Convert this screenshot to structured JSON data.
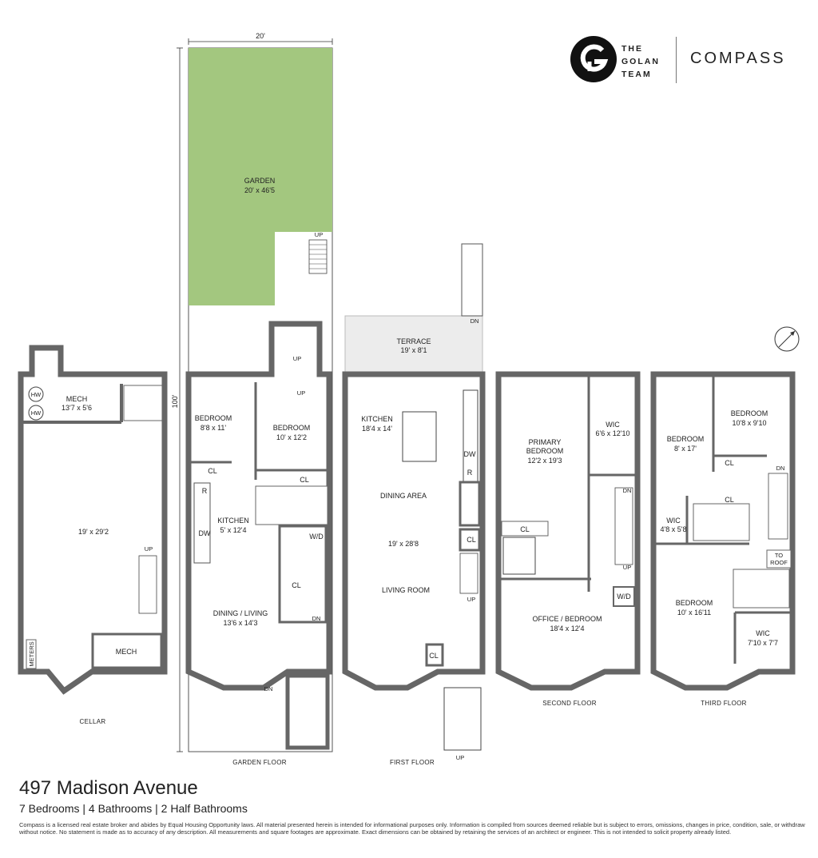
{
  "brand": {
    "logo_letter": "G",
    "team_line1": "THE",
    "team_line2": "GOLAN",
    "team_line3": "TEAM",
    "company": "COMPASS"
  },
  "dimensions": {
    "width_top": "20'",
    "depth_side": "100'"
  },
  "garden": {
    "name": "GARDEN",
    "size": "20' x 46'5",
    "color": "#a3c77f",
    "stair": "UP"
  },
  "cellar": {
    "floor_label": "CELLAR",
    "mech_name": "MECH",
    "mech_size": "13'7 x 5'6",
    "hw1": "HW",
    "hw2": "HW",
    "main_size": "19' x 29'2",
    "up": "UP",
    "mech2": "MECH",
    "meters": "METERS"
  },
  "garden_floor": {
    "floor_label": "GARDEN FLOOR",
    "bed1_name": "BEDROOM",
    "bed1_size": "8'8 x 11'",
    "bed2_name": "BEDROOM",
    "bed2_size": "10' x 12'2",
    "cl1": "CL",
    "cl2": "CL",
    "cl3": "CL",
    "r": "R",
    "dw": "DW",
    "wd": "W/D",
    "kitchen_name": "KITCHEN",
    "kitchen_size": "5' x 12'4",
    "dining_name": "DINING / LIVING",
    "dining_size": "13'6 x 14'3",
    "up1": "UP",
    "up2": "UP",
    "dn1": "DN",
    "dn2": "DN"
  },
  "first_floor": {
    "floor_label": "FIRST FLOOR",
    "terrace_name": "TERRACE",
    "terrace_size": "19' x 8'1",
    "kitchen_name": "KITCHEN",
    "kitchen_size": "18'4 x 14'",
    "dining_name": "DINING AREA",
    "main_size": "19' x 28'8",
    "living_name": "LIVING ROOM",
    "dw": "DW",
    "r": "R",
    "cl1": "CL",
    "cl2": "CL",
    "dn": "DN",
    "up1": "UP",
    "up2": "UP"
  },
  "second_floor": {
    "floor_label": "SECOND FLOOR",
    "primary_name1": "PRIMARY",
    "primary_name2": "BEDROOM",
    "primary_size": "12'2 x 19'3",
    "wic_name": "WIC",
    "wic_size": "6'6 x 12'10",
    "cl": "CL",
    "wd": "W/D",
    "office_name": "OFFICE / BEDROOM",
    "office_size": "18'4 x 12'4",
    "dn": "DN",
    "up": "UP"
  },
  "third_floor": {
    "floor_label": "THIRD FLOOR",
    "bed1_name": "BEDROOM",
    "bed1_size": "10'8 x 9'10",
    "bed2_name": "BEDROOM",
    "bed2_size": "8' x 17'",
    "cl1": "CL",
    "cl2": "CL",
    "wic1_name": "WIC",
    "wic1_size": "4'8 x 5'8",
    "dn": "DN",
    "to_roof1": "TO",
    "to_roof2": "ROOF",
    "bed3_name": "BEDROOM",
    "bed3_size": "10' x 16'11",
    "wic2_name": "WIC",
    "wic2_size": "7'10 x 7'7"
  },
  "listing": {
    "address": "497 Madison Avenue",
    "summary": "7 Bedrooms | 4 Bathrooms | 2 Half Bathrooms",
    "disclaimer": "Compass is a licensed real estate broker and abides by Equal Housing Opportunity laws. All material presented herein is intended for informational purposes only. Information is compiled from sources deemed reliable but is subject to errors, omissions, changes in price, condition, sale, or withdraw without notice. No statement is made as to accuracy of any description. All measurements and square footages are approximate. Exact dimensions can be obtained by retaining the services of an architect or engineer. This is not intended to solicit property already listed."
  },
  "colors": {
    "wall": "#555555",
    "wall_fill": "#6b6b6b",
    "terrace": "#ececec",
    "line": "#333333"
  }
}
